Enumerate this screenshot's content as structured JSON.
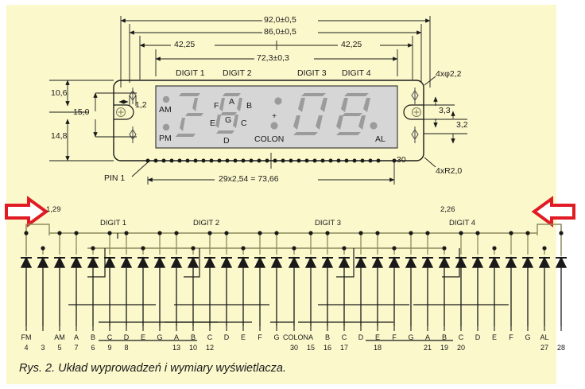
{
  "figure": {
    "caption": "Rys. 2. Układ wyprowadzeń i wymiary wyświetlacza.",
    "background_color": "#fbf8cb",
    "accent_arrow_color": "#e01b24"
  },
  "mechanical_drawing": {
    "title": "LCD module outline and dimensions",
    "dimensions_top": [
      {
        "name": "overall-width",
        "value": "92,0±0,5"
      },
      {
        "name": "mounting-hole-span",
        "value": "86,0±0,5"
      },
      {
        "name": "half-span-left",
        "value": "42,25"
      },
      {
        "name": "half-span-right",
        "value": "42,25"
      },
      {
        "name": "active-area-width",
        "value": "72,3±0,3"
      }
    ],
    "dimensions_left": [
      {
        "name": "top-edge-to-hole",
        "value": "10,6"
      },
      {
        "name": "hole-to-hole",
        "value": "15,0"
      },
      {
        "name": "hole-to-bottom",
        "value": "14,8"
      }
    ],
    "dimensions_right": [
      {
        "name": "notch-height",
        "value": "3,3"
      },
      {
        "name": "slot-height",
        "value": "3,2"
      }
    ],
    "dimension_inner": {
      "name": "hole-width",
      "value": "1,2"
    },
    "notes": [
      {
        "name": "hole-callout",
        "value": "4xφ2,2"
      },
      {
        "name": "corner-radius-callout",
        "value": "4xR2,0"
      }
    ],
    "digit_labels": [
      "DIGIT 1",
      "DIGIT 2",
      "DIGIT 3",
      "DIGIT 4"
    ],
    "lcd_annotations": {
      "am": "AM",
      "pm": "PM",
      "colon": "COLON",
      "alarm": "AL",
      "segments": [
        "A",
        "B",
        "C",
        "D",
        "E",
        "F",
        "G"
      ],
      "plus": "+"
    },
    "pin_row": {
      "first_pin_label": "PIN 1",
      "last_pin_label": "30",
      "pitch_dimension": "29x2,54 = 73,66",
      "pin_count": 30
    }
  },
  "schematic": {
    "backplane_left_label": "1,29",
    "backplane_right_label": "2,26",
    "digit_labels": [
      "DIGIT 1",
      "DIGIT 2",
      "DIGIT 3",
      "DIGIT 4"
    ],
    "pins": [
      {
        "label": "FM",
        "number": "4"
      },
      {
        "label": "",
        "number": "3"
      },
      {
        "label": "AM",
        "number": "5"
      },
      {
        "label": "A",
        "number": "7"
      },
      {
        "label": "B",
        "number": "6"
      },
      {
        "label": "C",
        "number": "9"
      },
      {
        "label": "D",
        "number": "8"
      },
      {
        "label": "E",
        "number": ""
      },
      {
        "label": "G",
        "number": ""
      },
      {
        "label": "A",
        "number": "13"
      },
      {
        "label": "B",
        "number": "10"
      },
      {
        "label": "C",
        "number": "12"
      },
      {
        "label": "D",
        "number": ""
      },
      {
        "label": "E",
        "number": ""
      },
      {
        "label": "F",
        "number": ""
      },
      {
        "label": "G",
        "number": ""
      },
      {
        "label": "COLON",
        "number": "30"
      },
      {
        "label": "A",
        "number": "15"
      },
      {
        "label": "B",
        "number": "16"
      },
      {
        "label": "C",
        "number": "17"
      },
      {
        "label": "D",
        "number": ""
      },
      {
        "label": "E",
        "number": "18"
      },
      {
        "label": "F",
        "number": ""
      },
      {
        "label": "G",
        "number": ""
      },
      {
        "label": "A",
        "number": "21"
      },
      {
        "label": "B",
        "number": "19"
      },
      {
        "label": "C",
        "number": "20"
      },
      {
        "label": "D",
        "number": ""
      },
      {
        "label": "E",
        "number": ""
      },
      {
        "label": "F",
        "number": ""
      },
      {
        "label": "G",
        "number": ""
      },
      {
        "label": "AL",
        "number": "27"
      },
      {
        "label": "",
        "number": "28"
      }
    ]
  }
}
